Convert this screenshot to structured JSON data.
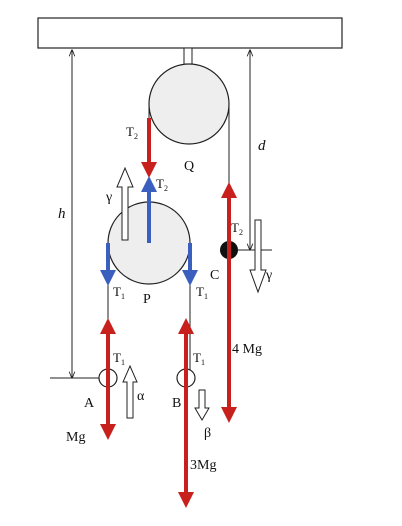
{
  "colors": {
    "red": "#c8201c",
    "blue": "#3a5fbf",
    "pulley_fill": "#eeeeee",
    "line": "#222222",
    "ball": "#111111"
  },
  "labels": {
    "h": "h",
    "d": "d",
    "Q": "Q",
    "P": "P",
    "A": "A",
    "B": "B",
    "C": "C",
    "gamma_top": "γ",
    "gamma_right": "γ",
    "alpha": "α",
    "beta": "β",
    "mass_A": "Mg",
    "mass_B": "3Mg",
    "mass_C": "4 Mg",
    "T2_red": {
      "main": "T",
      "sub": "2"
    },
    "T2_blue": {
      "main": "T",
      "sub": "2"
    },
    "T2_C": {
      "main": "T",
      "sub": "2"
    },
    "T1_left": {
      "main": "T",
      "sub": "1"
    },
    "T1_right": {
      "main": "T",
      "sub": "1"
    },
    "T1_A": {
      "main": "T",
      "sub": "1"
    },
    "T1_B": {
      "main": "T",
      "sub": "1"
    }
  }
}
